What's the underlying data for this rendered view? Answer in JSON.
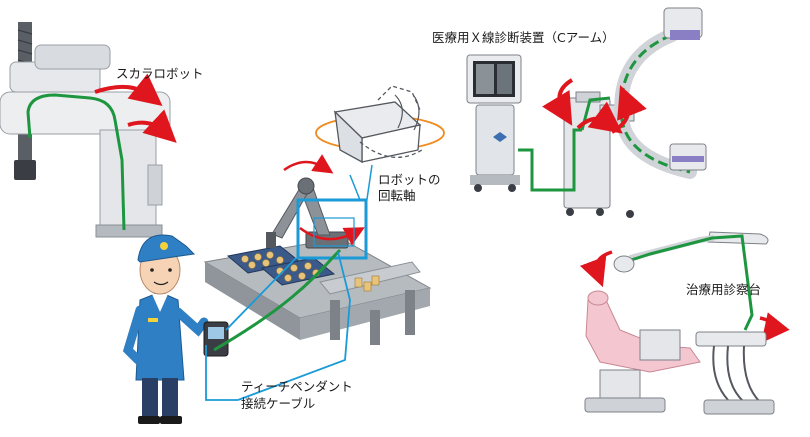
{
  "labels": {
    "scara": "スカラロボット",
    "xray": "医療用Ｘ線診断装置（Cアーム）",
    "robot_axis_line1": "ロボットの",
    "robot_axis_line2": "回転軸",
    "dental": "治療用診察台",
    "cable_line1": "ティーチペンダント",
    "cable_line2": "接続ケーブル"
  },
  "colors": {
    "cable": "#1e9640",
    "rotation_arrow": "#e0161e",
    "highlight": "#1a9ad6",
    "machine_gray": "#cfd2d6",
    "pink": "#f4c6cf",
    "accent_orange": "#f08c1e"
  }
}
